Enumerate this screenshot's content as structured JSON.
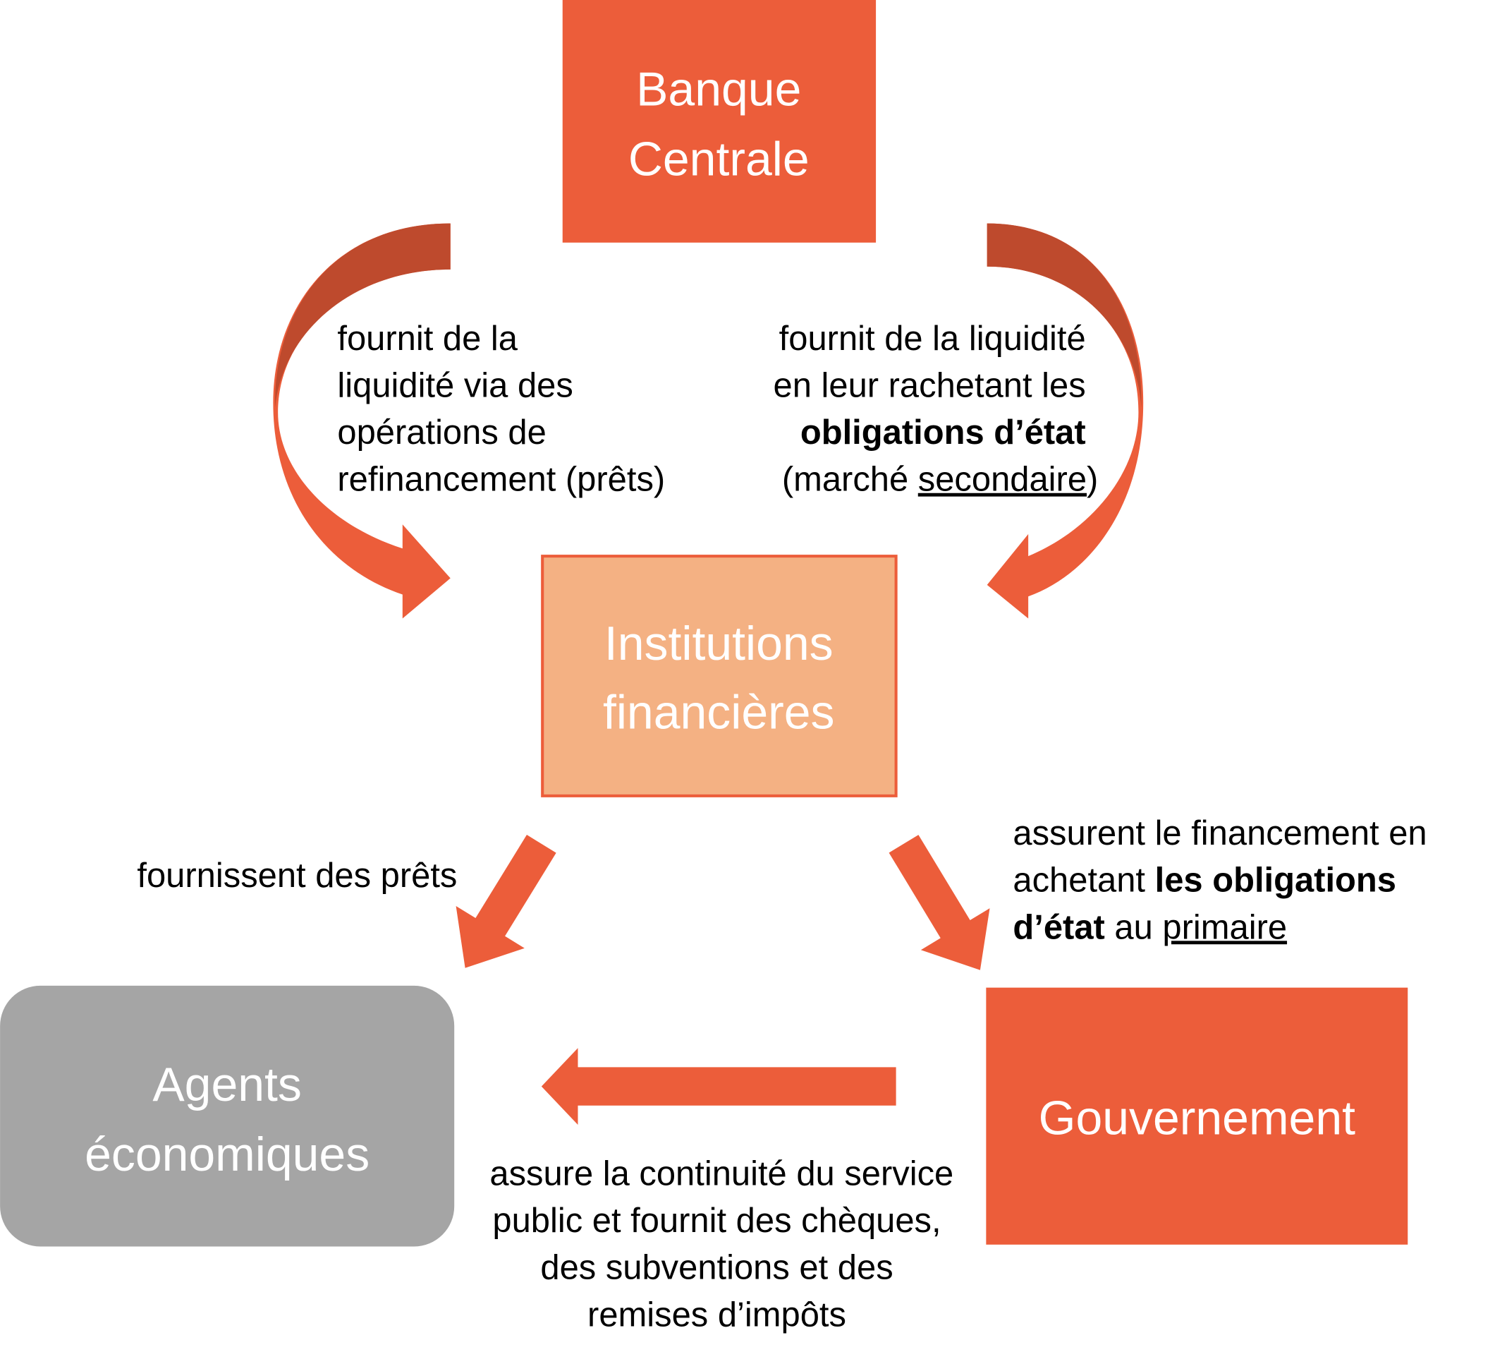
{
  "colors": {
    "orange": "#EC5D3A",
    "orange_dark": "#BE4A2D",
    "peach": "#F4B183",
    "gray": "#A5A5A5",
    "text": "#000000",
    "box_text": "#FFFFFF"
  },
  "nodes": {
    "central_bank": [
      "Banque",
      "Centrale"
    ],
    "financial_institutions": [
      "Institutions",
      "financières"
    ],
    "economic_agents": [
      "Agents",
      "économiques"
    ],
    "government": "Gouvernement"
  },
  "labels": {
    "cb_to_fi_loans": [
      "fournit de la",
      "liquidité via des",
      "opérations de",
      "refinancement (prêts)"
    ],
    "cb_to_fi_bonds": {
      "line1": "fournit de la liquidité",
      "line2": "en leur rachetant les",
      "line3_bold": "obligations d’état",
      "line4_pre": "(marché ",
      "line4_underline": "secondaire",
      "line4_post": ")"
    },
    "fi_to_agents": "fournissent des prêts",
    "fi_to_gov": {
      "line1": "assurent le financement en",
      "line2_pre": "achetant ",
      "line2_bold": "les obligations",
      "line3_bold": "d’état",
      "line3_mid": " au ",
      "line3_underline": "primaire"
    },
    "gov_to_agents": [
      "assure la continuité du service",
      "public et fournit des chèques,",
      "des subventions et des",
      "remises d’impôts"
    ]
  }
}
